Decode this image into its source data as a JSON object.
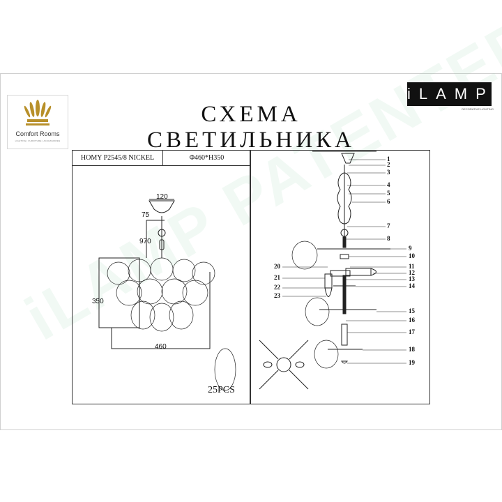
{
  "header": {
    "title": "СХЕМА СВЕТИЛЬНИКА",
    "left_logo": {
      "name": "Comfort Rooms",
      "tagline": "LIGHTING | FURNITURE | ACCESSORIES",
      "color": "#b8902a"
    },
    "right_logo": {
      "name": "iLAMP",
      "tagline": "DECORATIVE LIGHTING"
    }
  },
  "watermark": "iLAMP PATENTED",
  "spec": {
    "model": "HOMY P2545/8 NICKEL",
    "size": "Φ460*H350"
  },
  "dimensions": {
    "canopy_width": "120",
    "canopy_height": "75",
    "total_height": "970",
    "body_height": "350",
    "diameter": "460"
  },
  "pendant_count": "25PCS",
  "part_numbers": [
    "1",
    "2",
    "3",
    "4",
    "5",
    "6",
    "7",
    "8",
    "9",
    "10",
    "11",
    "12",
    "13",
    "14",
    "15",
    "16",
    "17",
    "18",
    "19",
    "20",
    "21",
    "22",
    "23"
  ]
}
